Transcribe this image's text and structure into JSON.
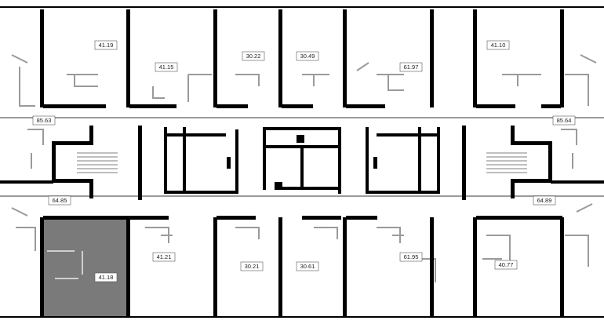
{
  "floor_plan": {
    "colors": {
      "wall": "#000000",
      "partition": "#9a9a9a",
      "selected_unit": "#7a7a7a",
      "label_bg": "#ffffff",
      "label_border": "#555555"
    },
    "selected_unit_area": "41.18",
    "units": [
      {
        "id": "u-top-1",
        "area": "41.19"
      },
      {
        "id": "u-top-2",
        "area": "41.15"
      },
      {
        "id": "u-top-3",
        "area": "30.22"
      },
      {
        "id": "u-top-4",
        "area": "30.49"
      },
      {
        "id": "u-top-5",
        "area": "61.97"
      },
      {
        "id": "u-top-6",
        "area": "41.10"
      },
      {
        "id": "u-left-corner-top",
        "area": "85.63"
      },
      {
        "id": "u-right-corner-top",
        "area": "85.64"
      },
      {
        "id": "u-left-corner-bottom",
        "area": "64.85"
      },
      {
        "id": "u-right-corner-bottom",
        "area": "64.89"
      },
      {
        "id": "u-bot-2",
        "area": "41.21"
      },
      {
        "id": "u-bot-3",
        "area": "30.21"
      },
      {
        "id": "u-bot-4",
        "area": "30.61"
      },
      {
        "id": "u-bot-5",
        "area": "61.95"
      },
      {
        "id": "u-bot-6",
        "area": "40.77"
      },
      {
        "id": "u-bot-1-selected",
        "area": "41.18"
      }
    ]
  }
}
